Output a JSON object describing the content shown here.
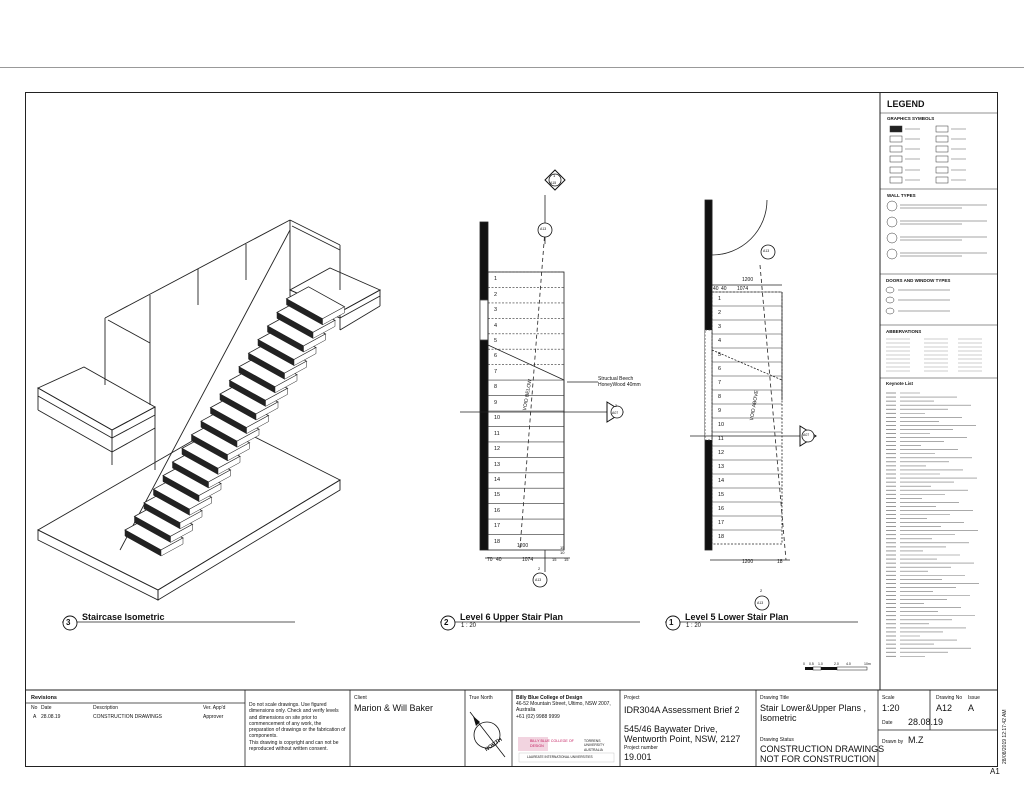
{
  "views": [
    {
      "num": "3",
      "title": "Staircase Isometric",
      "scale": ""
    },
    {
      "num": "2",
      "title": "Level 6 Upper Stair Plan",
      "scale": "1 : 20"
    },
    {
      "num": "1",
      "title": "Level 5 Lower Stair Plan",
      "scale": "1 : 20"
    }
  ],
  "upper_plan": {
    "section_top": "1",
    "section_top_ref": "A15",
    "section_right": "2",
    "section_right_ref": "A07",
    "elev_top": "A13",
    "elev_bottom": "2",
    "elev_bottom_ref": "A13",
    "steps": [
      "1",
      "2",
      "3",
      "4",
      "5",
      "6",
      "7",
      "8",
      "9",
      "10",
      "11",
      "12",
      "13",
      "14",
      "15",
      "16",
      "17",
      "18"
    ],
    "note": "Structual Beech\nHoneyWood 40mm",
    "direction": "VOID BELOW",
    "dims": [
      "1200",
      "70",
      "40",
      "1074",
      "10",
      "15",
      "15",
      "15"
    ]
  },
  "lower_plan": {
    "section_top": "1",
    "section_right_ref": "A07",
    "elev_top": "A13",
    "elev_bottom": "2",
    "elev_bottom_ref": "A13",
    "steps": [
      "1",
      "2",
      "3",
      "4",
      "5",
      "6",
      "7",
      "8",
      "9",
      "10",
      "11",
      "12",
      "13",
      "14",
      "15",
      "16",
      "17",
      "18"
    ],
    "direction": "VOID ABOVE",
    "dims_top": [
      "1200",
      "40",
      "1074",
      "40"
    ],
    "dims_bottom": [
      "1200",
      "18"
    ]
  },
  "legend": {
    "title": "LEGEND",
    "sections": [
      "GRAPHICS SYMBOLS",
      "WALL TYPES",
      "DOORS AND WINDOW TYPES",
      "ABBERVATIONS",
      "Keynote List"
    ]
  },
  "scale_bar": [
    "0",
    "0.5",
    "1.0",
    "2.0",
    "4.0",
    "10m"
  ],
  "title_block": {
    "revisions_label": "Revisions",
    "rev_headers": [
      "No",
      "Date",
      "Description",
      "Ver. App'd"
    ],
    "rev_row": [
      "A",
      "28.08.19",
      "CONSTRUCTION DRAWINGS",
      "Approver"
    ],
    "notes": "Do not scale drawings. Use figured dimensions only. Check and verify levels and dimensions on site prior to commencement of any work, the preparation of drawings or the fabrication of components.\nThis drawing is copyright and can not be reproduced without written consent.",
    "client_label": "Client",
    "client": "Marion & Will Baker",
    "north_label": "True North",
    "north_text": "NORTH",
    "firm_name": "Billy Blue College of Design",
    "firm_address": "46-52 Mountain Street, Ultimo, NSW 2007,\nAustralia\n+61 (02) 9988 9999",
    "logo_text": "BILLY BLUE COLLEGE OF DESIGN",
    "logo2_text": "TORRENS UNIVERSITY AUSTRALIA",
    "logo3_text": "LAUREATE INTERNATIONAL UNIVERSITIES",
    "project_label": "Project",
    "project": "IDR304A Assessment Brief 2",
    "address": "545/46 Baywater Drive,\nWentworth Point, NSW, 2127",
    "project_number_label": "Project number",
    "project_number": "19.001",
    "drawing_title_label": "Drawing Title",
    "drawing_title": "Stair Lower&Upper Plans ,\nIsometric",
    "drawing_status_label": "Drawing Status",
    "drawing_status": "CONSTRUCTION DRAWINGS\nNOT FOR CONSTRUCTION",
    "scale_label": "Scale",
    "scale": "1:20",
    "drawing_no_label": "Drawing No",
    "drawing_no": "A12",
    "issue_label": "Issue",
    "issue": "A",
    "date_label": "Date",
    "date": "28.08.19",
    "drawn_label": "Drawn by",
    "drawn": "M.Z",
    "timestamp": "28/08/2019 12:17:42 AM",
    "sheet_size": "A1"
  }
}
